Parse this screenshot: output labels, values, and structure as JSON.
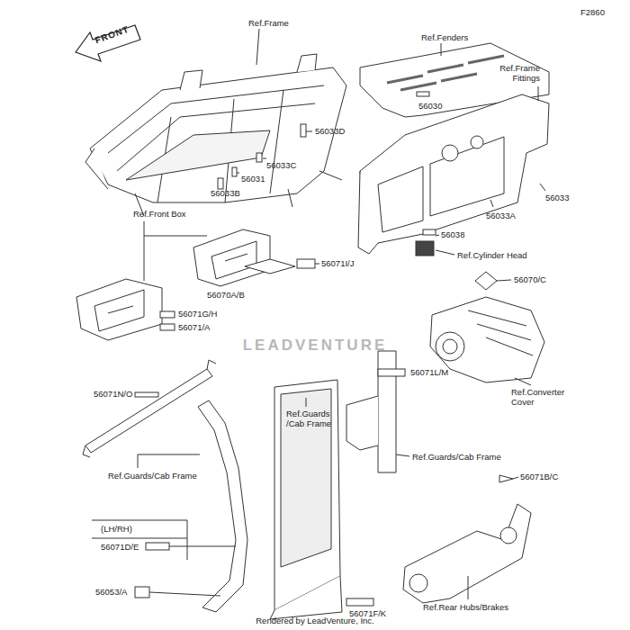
{
  "diagram": {
    "labels": [
      "F2860",
      "FRONT",
      "Ref.Frame",
      "Ref.Fenders",
      "56030",
      "Ref.Frame Fittings",
      "56033D",
      "56033C",
      "56031",
      "56033B",
      "56033",
      "56033A",
      "56038",
      "Ref.Cylinder Head",
      "56070/C",
      "Ref.Converter Cover",
      "Ref.Front Box",
      "56070A/B",
      "56071I/J",
      "56071G/H",
      "56071/A",
      "56071N/O",
      "Ref.Guards/Cab Frame",
      "56071L/M",
      "Ref.Guards /Cab Frame",
      "Ref.Guards/Cab Frame",
      "56071B/C",
      "(LH/RH)",
      "56071D/E",
      "56053/A",
      "56071F/K",
      "Ref.Rear Hubs/Brakes",
      "LEADVENTURE",
      "Rendered by LeadVenture, Inc."
    ]
  }
}
